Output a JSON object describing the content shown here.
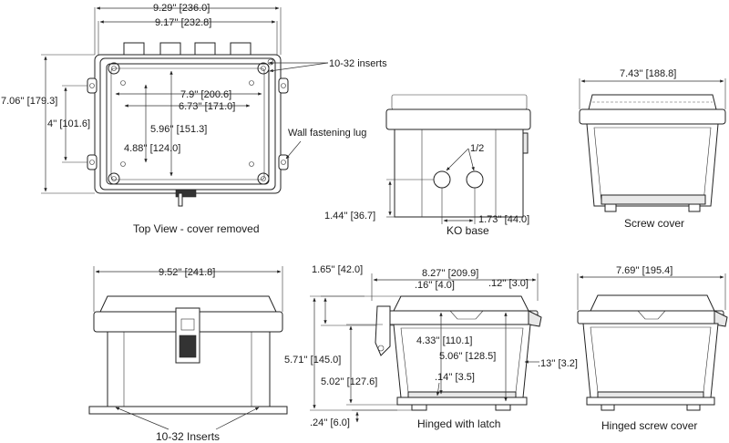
{
  "views": {
    "top": {
      "caption": "Top View - cover removed",
      "dim_overall_width": "9.29'' [236.0]",
      "dim_inner_width": "9.17'' [232.8]",
      "dim_overall_height": "7.06'' [179.3]",
      "dim_lug_spacing": "4'' [101.6]",
      "dim_insert_x": "7.9'' [200.6]",
      "dim_hole_x": "6.73'' [171.0]",
      "dim_insert_y": "5.96'' [151.3]",
      "dim_hole_y": "4.88'' [124.0]",
      "label_inserts": "10-32 inserts",
      "label_lug": "Wall fastening lug"
    },
    "ko": {
      "caption": "KO base",
      "label_ko_size": "1/2",
      "dim_height": "1.44'' [36.7]",
      "dim_spacing": "1.73'' [44.0]"
    },
    "screw": {
      "caption": "Screw cover",
      "dim_width": "7.43'' [188.8]"
    },
    "front": {
      "caption": "10-32 Inserts",
      "dim_width": "9.52'' [241.8]"
    },
    "hinged_latch": {
      "caption": "Hinged with latch",
      "dim_cover": "1.65'' [42.0]",
      "dim_width": "8.27'' [209.9]",
      "dim_lip_left": ".16'' [4.0]",
      "dim_lip_right": ".12'' [3.0]",
      "dim_overall_h": "5.71'' [145.0]",
      "dim_inner_depth": "4.33'' [110.1]",
      "dim_box_h": "5.06'' [128.5]",
      "dim_base_h": "5.02'' [127.6]",
      "dim_wall": ".13'' [3.2]",
      "dim_floor": ".14'' [3.5]",
      "dim_foot": ".24'' [6.0]"
    },
    "hinged_screw": {
      "caption": "Hinged screw cover",
      "dim_width": "7.69'' [195.4]"
    }
  }
}
